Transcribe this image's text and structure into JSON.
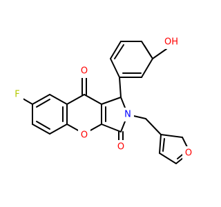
{
  "atoms": {
    "F": {
      "label": "F",
      "color": "#b4c800"
    },
    "O_ketone": {
      "label": "O",
      "color": "#ff0000"
    },
    "O_hydroxyl": {
      "label": "OH",
      "color": "#ff0000"
    },
    "O_chromene": {
      "label": "O",
      "color": "#ff0000"
    },
    "O_lactam": {
      "label": "O",
      "color": "#ff0000"
    },
    "N_ring": {
      "label": "N",
      "color": "#0000ff"
    },
    "O_furan": {
      "label": "O",
      "color": "#ff0000"
    }
  }
}
